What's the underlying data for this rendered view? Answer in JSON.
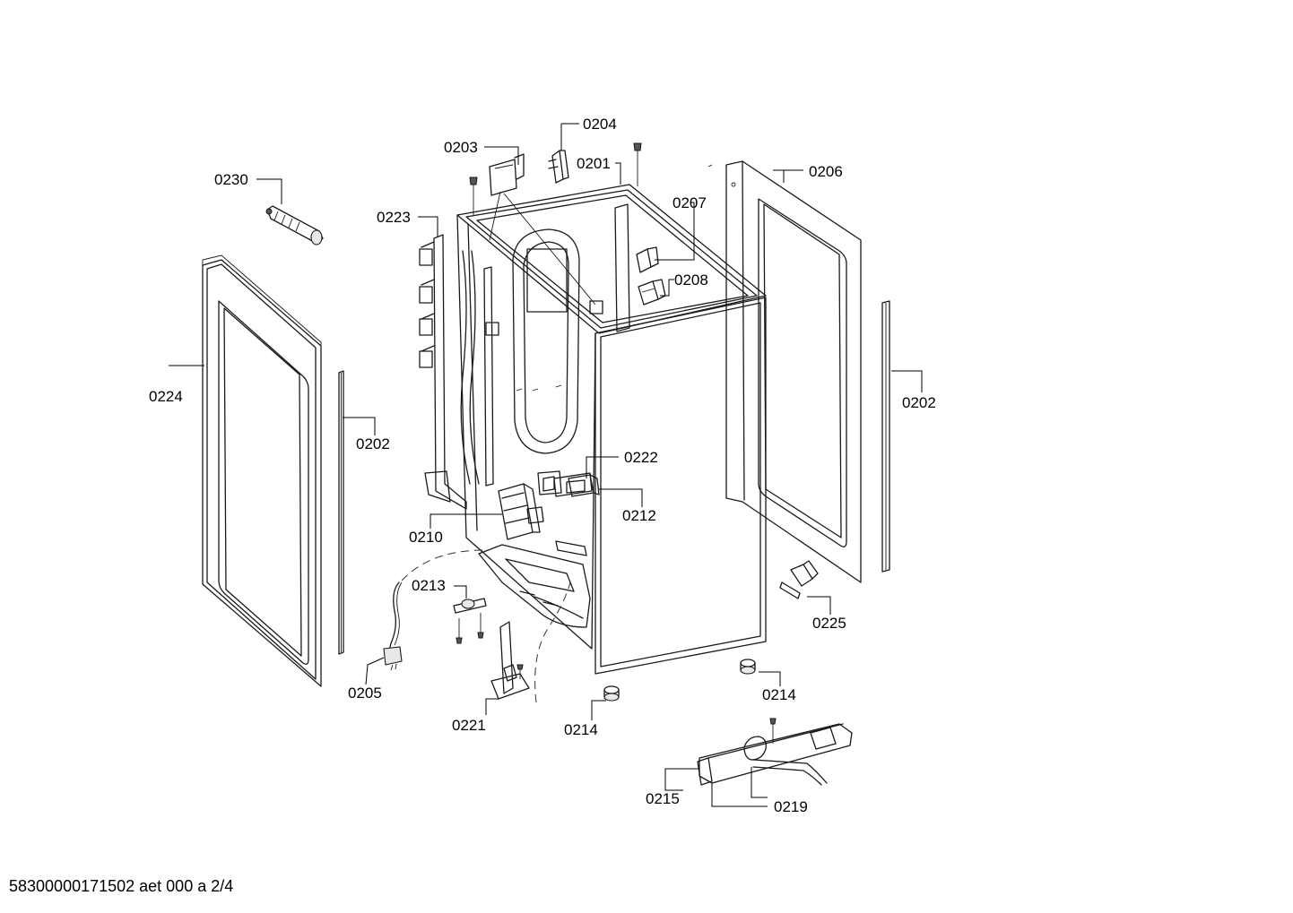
{
  "document_id": "58300000171502 aet 000 a 2/4",
  "callouts": {
    "c0201": "0201",
    "c0202a": "0202",
    "c0202b": "0202",
    "c0203": "0203",
    "c0204": "0204",
    "c0205": "0205",
    "c0206": "0206",
    "c0207": "0207",
    "c0208": "0208",
    "c0210": "0210",
    "c0212": "0212",
    "c0213": "0213",
    "c0214a": "0214",
    "c0214b": "0214",
    "c0215": "0215",
    "c0219": "0219",
    "c0221": "0221",
    "c0222": "0222",
    "c0223": "0223",
    "c0224": "0224",
    "c0225": "0225",
    "c0230": "0230"
  }
}
